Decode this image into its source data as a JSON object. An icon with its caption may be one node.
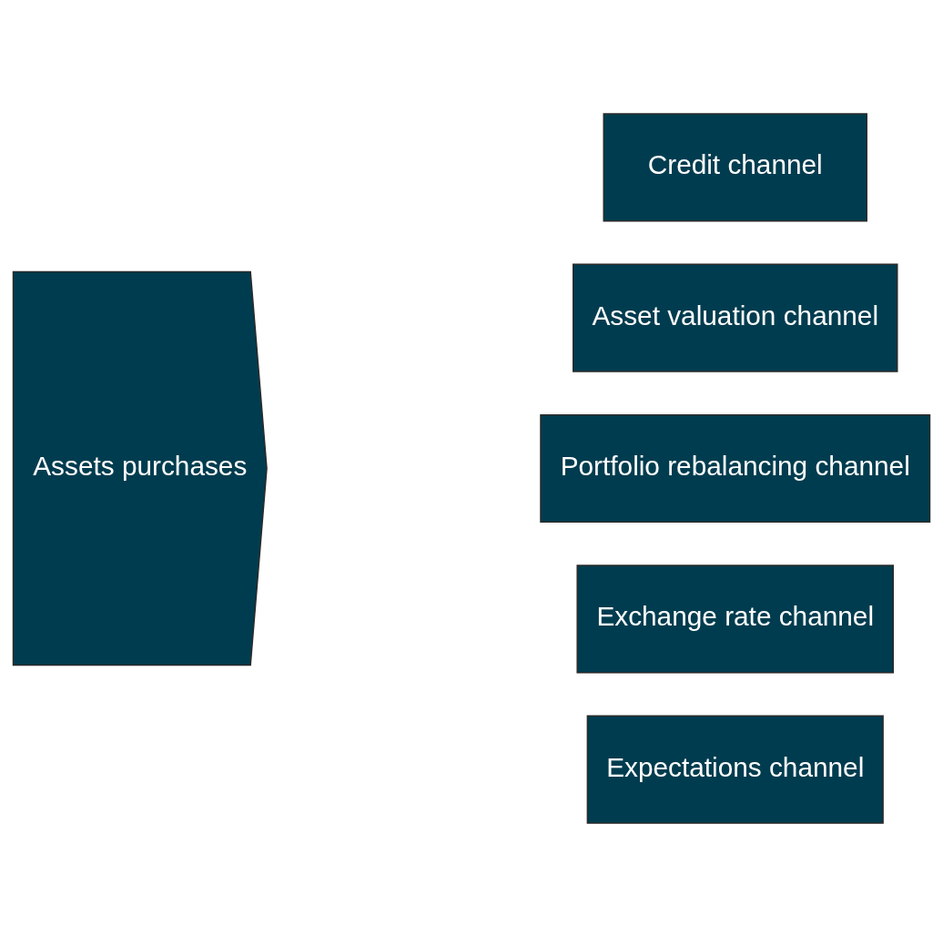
{
  "diagram": {
    "nodes": [
      {
        "text": [
          "Assets purchases"
        ]
      },
      {
        "text": [
          "Credit channel"
        ]
      },
      {
        "text": [
          "Asset valuation channel"
        ]
      },
      {
        "text": [
          "Portfolio rebalancing channel"
        ]
      },
      {
        "text": [
          "Exchange rate channel"
        ]
      },
      {
        "text": [
          "Expectations channel"
        ]
      }
    ],
    "edges": []
  }
}
